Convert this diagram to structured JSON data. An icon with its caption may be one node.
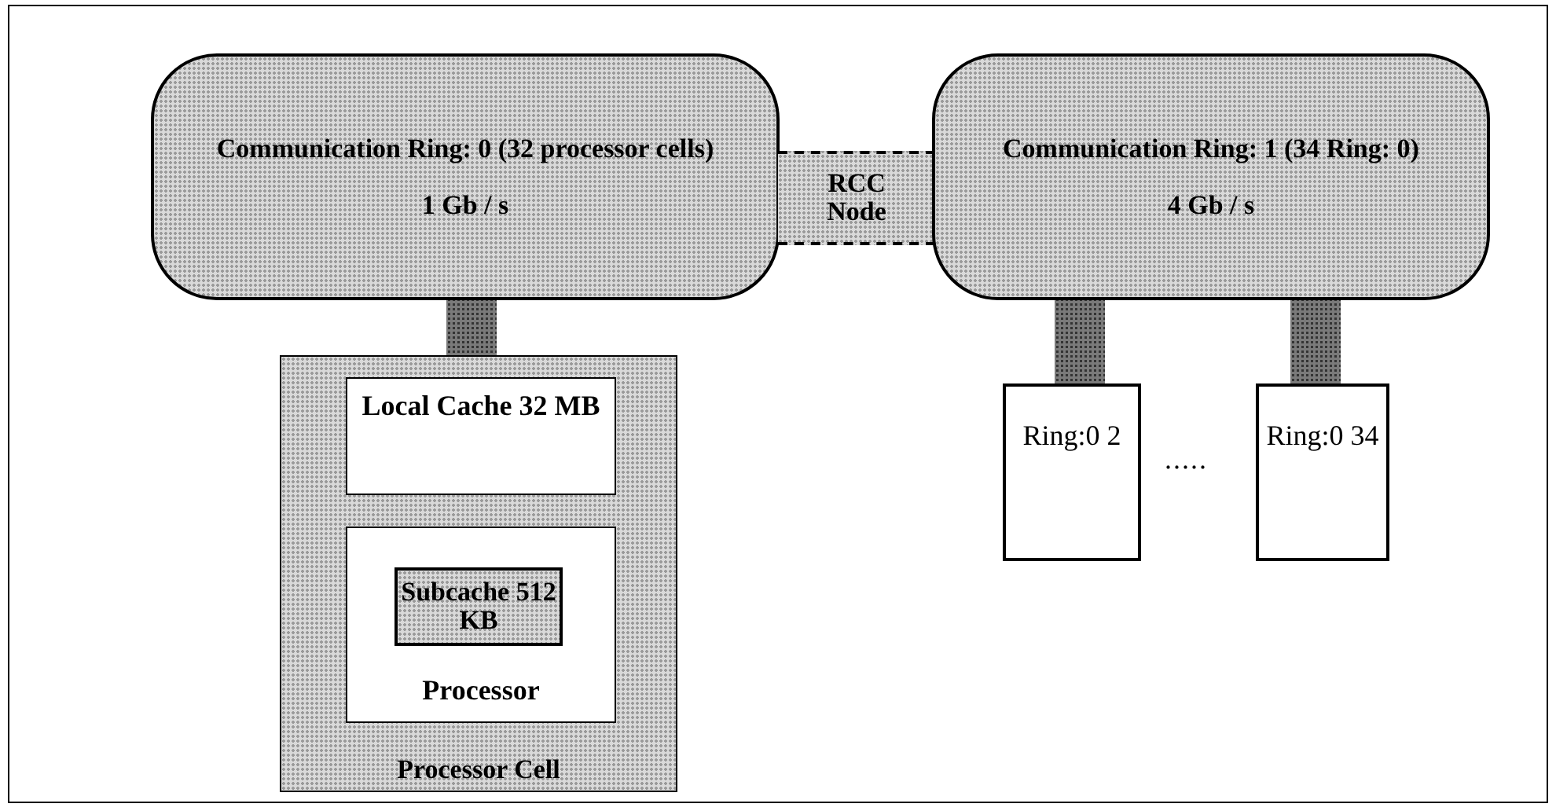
{
  "diagram": {
    "nodes": [
      {
        "text": [
          "Communication Ring: 0 (32 processor cells)",
          "1 Gb / s"
        ]
      },
      {
        "text": [
          "RCC Node"
        ]
      },
      {
        "text": [
          "Communication Ring: 1 (34 Ring: 0)",
          "4 Gb / s"
        ]
      },
      {
        "text": [
          "Processor Cell"
        ]
      },
      {
        "text": [
          "Local Cache 32 MB"
        ],
        "in": 3
      },
      {
        "text": [
          "Processor"
        ],
        "in": 3
      },
      {
        "text": [
          "Subcache 512 KB"
        ],
        "in": 5
      },
      {
        "text": [
          "Ring:0 2"
        ]
      },
      {
        "text": [
          "Ring:0 34"
        ]
      }
    ],
    "edges": [
      {
        "from": 0,
        "to": 3,
        "arrow": "none",
        "style": "thick"
      },
      {
        "from": 2,
        "to": 7,
        "arrow": "none",
        "style": "thick"
      },
      {
        "from": 2,
        "to": 8,
        "arrow": "none",
        "style": "thick"
      }
    ],
    "labels": [
      "....."
    ]
  }
}
